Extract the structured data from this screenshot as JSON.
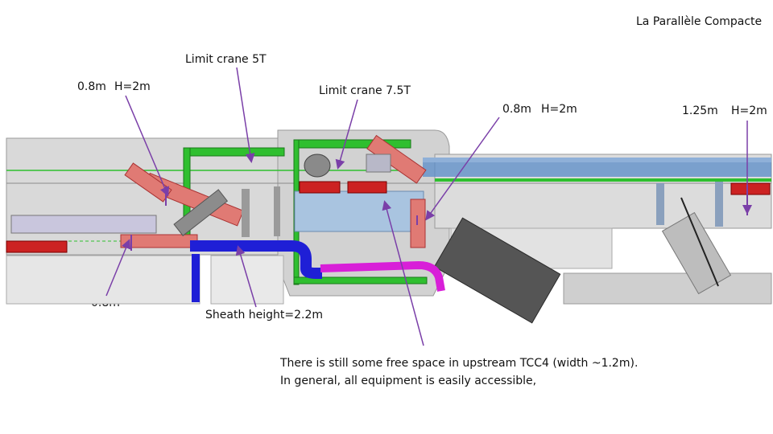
{
  "title": "La Parallèle Compacte",
  "labels": {
    "limit_crane_5t": "Limit crane 5T",
    "limit_crane_7_5t": "Limit crane 7.5T",
    "left_width": "0.8m",
    "left_height": "H=2m",
    "mid_width": "0.8m",
    "mid_height": "H=2m",
    "right_width": "1.25m",
    "right_height": "H=2m",
    "bottom_width": "0.8m",
    "sheath_height": "Sheath height=2.2m"
  },
  "note": {
    "line1": "There is still some free space in upstream TCC4 (width ~1.2m).",
    "line2": "In general, all equipment is easily accessible,"
  },
  "colors": {
    "arrow": "#7a3fa8",
    "sheath_blue": "#1f1fd6",
    "sheath_magenta": "#d81fd8",
    "structure_green": "#2fbf2f",
    "tunnel_gray": "#d6d6d6",
    "component_red": "#cc2222",
    "component_salmon": "#e07a74",
    "panel_blue": "#a9c4e0",
    "dark_cylinder": "#555555"
  }
}
